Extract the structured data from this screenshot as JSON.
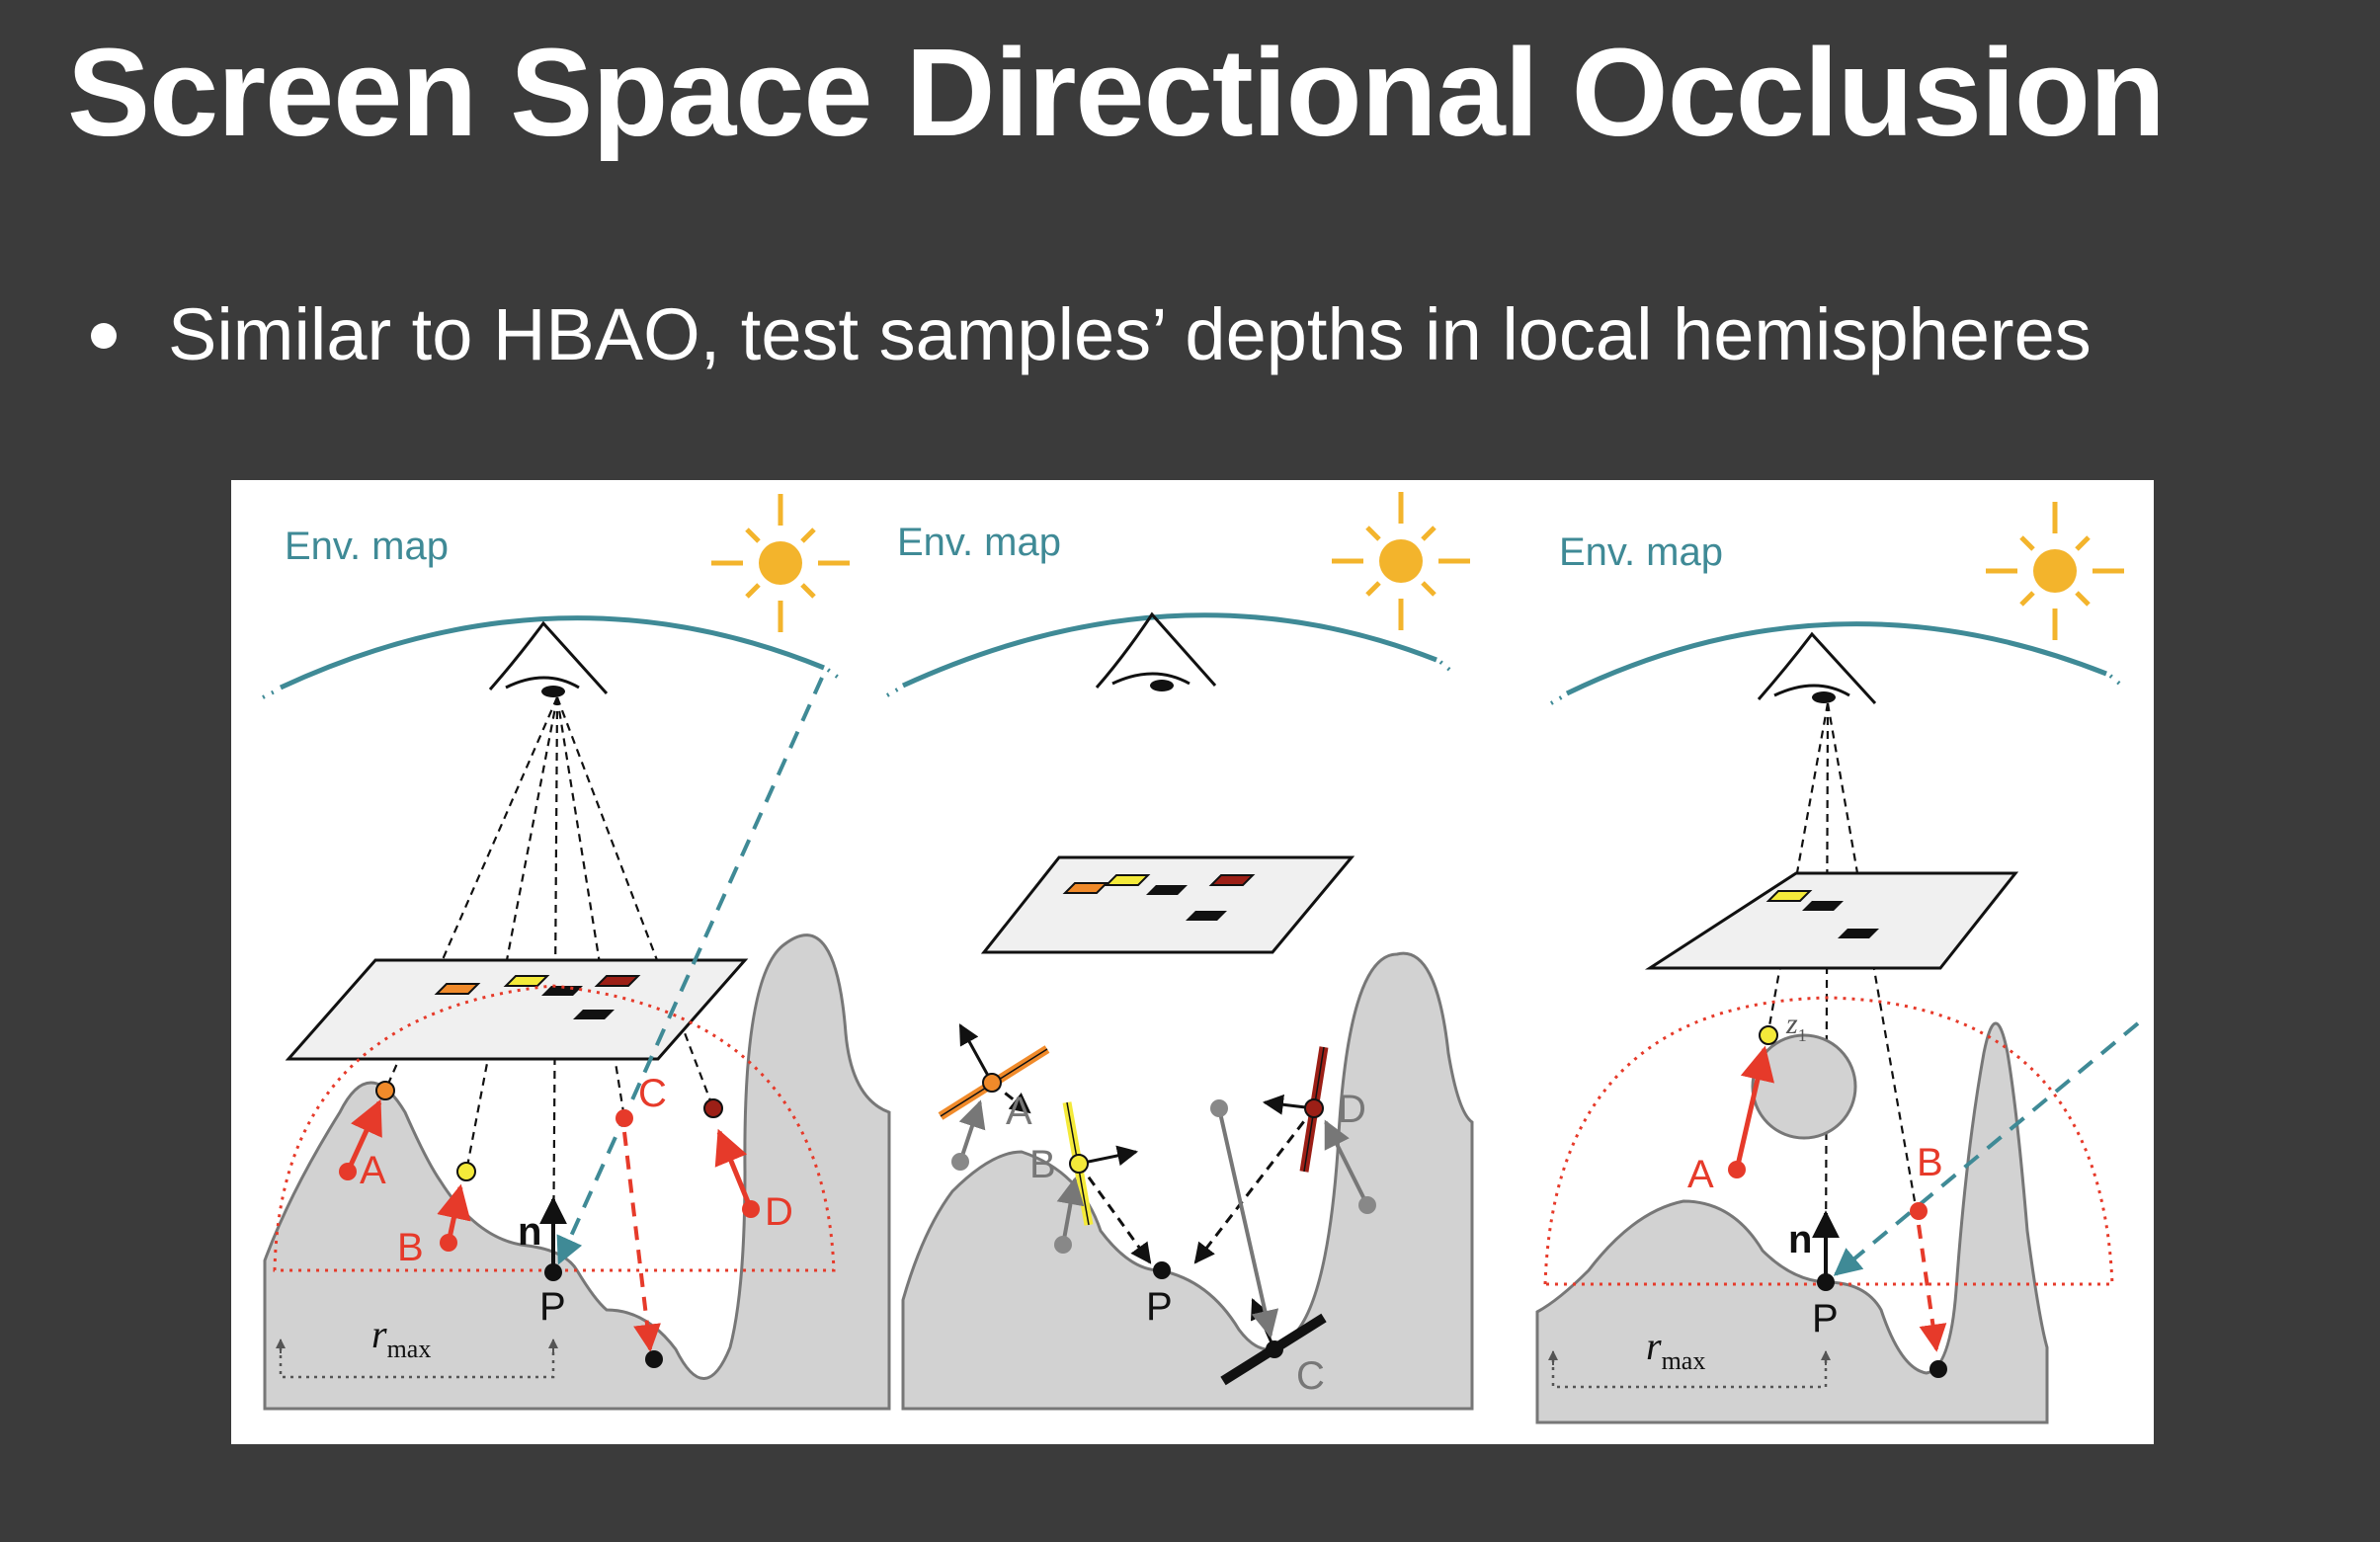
{
  "slide": {
    "title": "Screen Space Directional Occlusion",
    "bullet": "Similar to HBAO, test samples’ depths in local hemispheres"
  },
  "figure": {
    "panels": [
      {
        "env_label": "Env. map",
        "labels": {
          "A": "A",
          "B": "B",
          "C": "C",
          "D": "D",
          "n": "n",
          "P": "P",
          "r": "r",
          "rsub": "max"
        }
      },
      {
        "env_label": "Env. map",
        "labels": {
          "A": "A",
          "B": "B",
          "C": "C",
          "D": "D",
          "P": "P"
        }
      },
      {
        "env_label": "Env. map",
        "labels": {
          "A": "A",
          "B": "B",
          "n": "n",
          "P": "P",
          "z": "z",
          "zsub": "1",
          "r": "r",
          "rsub": "max"
        }
      }
    ],
    "colors": {
      "teal": "#3f8a96",
      "red": "#e63a2a",
      "orange": "#f08a2a",
      "yellow": "#f4ea3a",
      "darkred": "#9c1f16",
      "sun": "#f3b42c",
      "terrain": "#d2d2d2"
    }
  }
}
